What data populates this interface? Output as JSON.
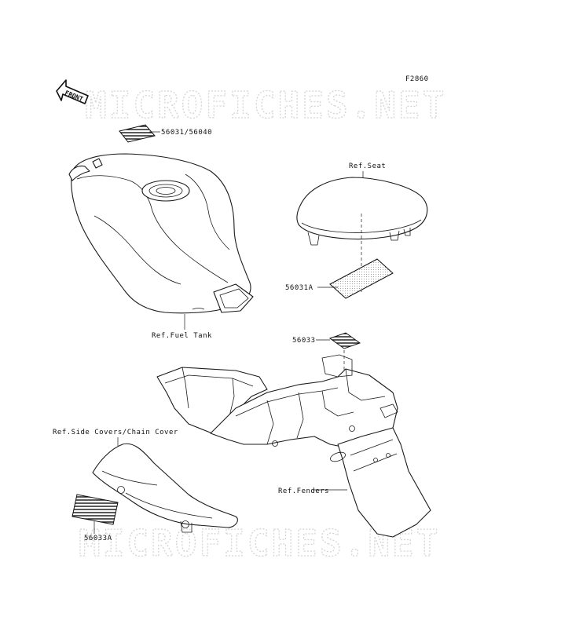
{
  "figure_code": "F2860",
  "watermark": "MICROFICHES.NET",
  "front_arrow_label": "FRONT",
  "labels": {
    "label_56031_56040": "56031/56040",
    "ref_seat": "Ref.Seat",
    "label_56031A": "56031A",
    "ref_fuel_tank": "Ref.Fuel Tank",
    "label_56033": "56033",
    "ref_side_covers": "Ref.Side Covers/Chain Cover",
    "ref_fenders": "Ref.Fenders",
    "label_56033A": "56033A"
  }
}
